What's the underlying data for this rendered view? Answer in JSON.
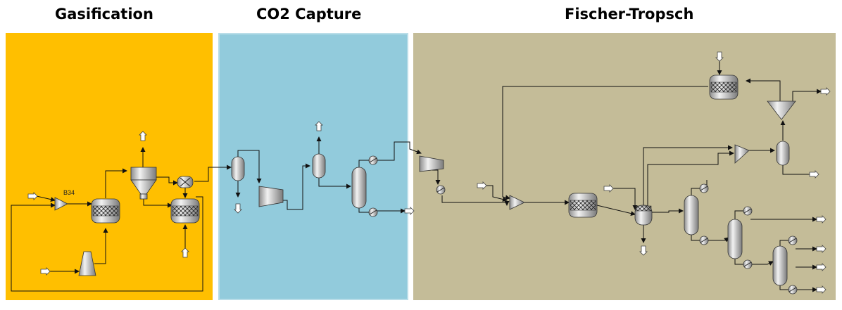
{
  "sections": [
    {
      "id": "gasification",
      "title": "Gasification",
      "color": "#FFBF00"
    },
    {
      "id": "co2_capture",
      "title": "CO2 Capture",
      "color": "#92CBDC"
    },
    {
      "id": "fischer_tropsch",
      "title": "Fischer-Tropsch",
      "color": "#C4BC98"
    }
  ],
  "labels": {
    "block_b34": "B34"
  },
  "icons": [
    "mixer-icon",
    "reactor-icon",
    "cyclone-icon",
    "heat-exchanger-icon",
    "compressor-icon",
    "flash-drum-icon",
    "distillation-column-icon",
    "splitter-icon",
    "cooler-icon",
    "stirred-reactor-icon",
    "stream-arrow-icon"
  ]
}
